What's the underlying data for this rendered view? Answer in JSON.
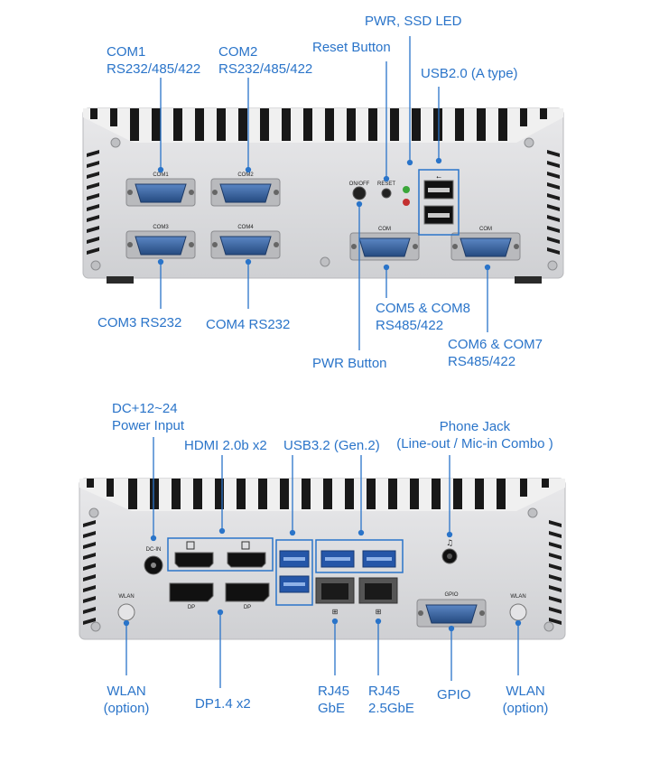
{
  "colors": {
    "label": "#2a74c9",
    "leader": "#2a74c9",
    "chassis": "#dcdcde",
    "fin": "#1a1a1a",
    "port_blue": "#2f5f9f"
  },
  "front": {
    "labels": {
      "com1": [
        "COM1",
        "RS232/485/422"
      ],
      "com2": [
        "COM2",
        "RS232/485/422"
      ],
      "reset": "Reset Button",
      "pwr_led": "PWR, SSD LED",
      "usb2": "USB2.0 (A type)",
      "com3": "COM3 RS232",
      "com4": "COM4 RS232",
      "com58": [
        "COM5 & COM8",
        "RS485/422"
      ],
      "com67": [
        "COM6 & COM7",
        "RS485/422"
      ],
      "pwr_btn": "PWR Button"
    },
    "printed": {
      "com1": "COM1",
      "com2": "COM2",
      "com3": "COM3",
      "com4": "COM4",
      "onoff": "ON/OFF",
      "reset": "RESET",
      "com_a": "COM",
      "com_b": "COM"
    }
  },
  "rear": {
    "labels": {
      "dc": [
        "DC+12~24",
        "Power Input"
      ],
      "hdmi": "HDMI 2.0b x2",
      "usb32": "USB3.2 (Gen.2)",
      "phone": [
        "Phone Jack",
        "(Line-out / Mic-in Combo )"
      ],
      "wlan_l": [
        "WLAN",
        "(option)"
      ],
      "dp": "DP1.4 x2",
      "rj45_gbe": [
        "RJ45",
        "GbE"
      ],
      "rj45_25": [
        "RJ45",
        "2.5GbE"
      ],
      "gpio": "GPIO",
      "wlan_r": [
        "WLAN",
        "(option)"
      ]
    },
    "printed": {
      "dcin": "DC-IN",
      "wlan_l": "WLAN",
      "wlan_r": "WLAN",
      "dp1": "DP",
      "dp2": "DP",
      "gpio": "GPIO"
    }
  }
}
